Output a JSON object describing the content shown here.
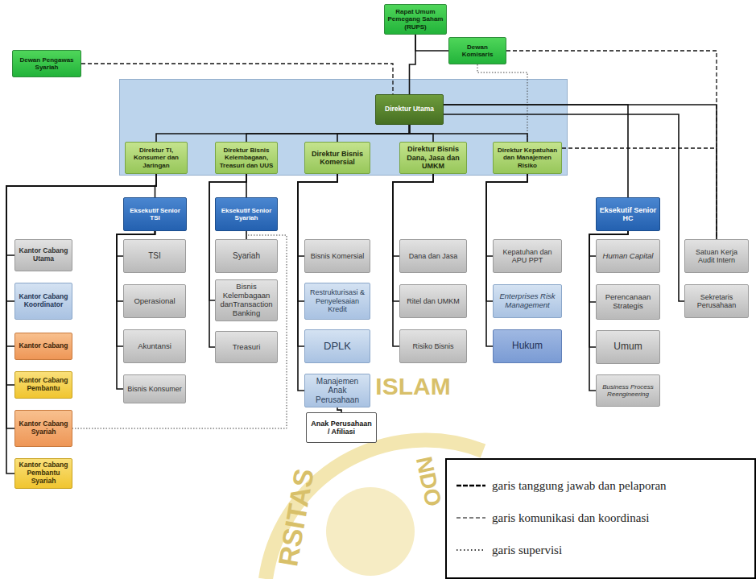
{
  "diagram": {
    "nodes": [
      {
        "text": [
          "Rapat Umum Pemegang Saham (RUPS)"
        ]
      },
      {
        "text": [
          "Dewan Komisaris"
        ]
      },
      {
        "text": [
          "Dewan Pengawas Syariah"
        ]
      },
      {
        "text": [
          "Direktur Utama"
        ]
      },
      {
        "text": [
          "Direktur TI, Konsumer dan Jaringan"
        ]
      },
      {
        "text": [
          "Direktur Bisnis Kelembagaan, Treasuri dan UUS"
        ]
      },
      {
        "text": [
          "Direktur Bisnis Komersial"
        ]
      },
      {
        "text": [
          "Direktur Bisnis Dana, Jasa dan UMKM"
        ]
      },
      {
        "text": [
          "Direktur Kepatuhan dan Manajemen Risiko"
        ]
      },
      {
        "text": [
          "Eksekutif Senior TSI"
        ]
      },
      {
        "text": [
          "Eksekutif Senior Syariah"
        ]
      },
      {
        "text": [
          "Eksekutif Senior HC"
        ]
      },
      {
        "text": [
          "Kantor Cabang Utama"
        ]
      },
      {
        "text": [
          "Kantor Cabang Koordinator"
        ]
      },
      {
        "text": [
          "Kantor Cabang"
        ]
      },
      {
        "text": [
          "Kantor Cabang Pembantu"
        ]
      },
      {
        "text": [
          "Kantor Cabang Syariah"
        ]
      },
      {
        "text": [
          "Kantor Cabang Pembantu Syariah"
        ]
      },
      {
        "text": [
          "TSI"
        ]
      },
      {
        "text": [
          "Operasional"
        ]
      },
      {
        "text": [
          "Akuntansi"
        ]
      },
      {
        "text": [
          "Bisnis Konsumer"
        ]
      },
      {
        "text": [
          "Syariah"
        ]
      },
      {
        "text": [
          "Bisnis Kelembagaan danTransaction Banking"
        ]
      },
      {
        "text": [
          "Treasuri"
        ]
      },
      {
        "text": [
          "Bisnis Komersial"
        ]
      },
      {
        "text": [
          "Restrukturisasi & Penyelesaian Kredit"
        ]
      },
      {
        "text": [
          "DPLK"
        ]
      },
      {
        "text": [
          "Manajemen Anak Perusahaan"
        ]
      },
      {
        "text": [
          "Anak Perusahaan / Afiliasi"
        ]
      },
      {
        "text": [
          "Dana dan Jasa"
        ]
      },
      {
        "text": [
          "Ritel dan UMKM"
        ]
      },
      {
        "text": [
          "Risiko Bisnis"
        ]
      },
      {
        "text": [
          "Kepatuhan dan APU PPT"
        ]
      },
      {
        "text": [
          "Enterprises Risk Management"
        ]
      },
      {
        "text": [
          "Hukum"
        ]
      },
      {
        "text": [
          "Human Capital"
        ]
      },
      {
        "text": [
          "Perencanaan Strategis"
        ]
      },
      {
        "text": [
          "Umum"
        ]
      },
      {
        "text": [
          "Business Process Reengineering"
        ]
      },
      {
        "text": [
          "Satuan Kerja Audit Intern"
        ]
      },
      {
        "text": [
          "Sekretaris Perusahaan"
        ]
      }
    ],
    "edges": [
      {
        "from": 0,
        "to": 3,
        "arrow": "none"
      },
      {
        "from": 0,
        "to": 1,
        "arrow": "none"
      },
      {
        "from": 1,
        "to": 40,
        "arrow": "none"
      },
      {
        "from": 1,
        "to": 8,
        "arrow": "none"
      },
      {
        "from": 2,
        "to": 3,
        "arrow": "none"
      },
      {
        "from": 3,
        "to": 4,
        "arrow": "none"
      },
      {
        "from": 3,
        "to": 5,
        "arrow": "none"
      },
      {
        "from": 3,
        "to": 6,
        "arrow": "none"
      },
      {
        "from": 3,
        "to": 7,
        "arrow": "none"
      },
      {
        "from": 3,
        "to": 8,
        "arrow": "none"
      },
      {
        "from": 3,
        "to": 11,
        "arrow": "none"
      },
      {
        "from": 3,
        "to": 40,
        "arrow": "none"
      },
      {
        "from": 3,
        "to": 41,
        "arrow": "none"
      },
      {
        "from": 4,
        "to": 9,
        "arrow": "none"
      },
      {
        "from": 4,
        "to": 12,
        "arrow": "none"
      },
      {
        "from": 4,
        "to": 13,
        "arrow": "none"
      },
      {
        "from": 4,
        "to": 14,
        "arrow": "none"
      },
      {
        "from": 4,
        "to": 15,
        "arrow": "none"
      },
      {
        "from": 4,
        "to": 16,
        "arrow": "none"
      },
      {
        "from": 4,
        "to": 17,
        "arrow": "none"
      },
      {
        "from": 9,
        "to": 18,
        "arrow": "none"
      },
      {
        "from": 9,
        "to": 19,
        "arrow": "none"
      },
      {
        "from": 9,
        "to": 20,
        "arrow": "none"
      },
      {
        "from": 9,
        "to": 21,
        "arrow": "none"
      },
      {
        "from": 5,
        "to": 10,
        "arrow": "none"
      },
      {
        "from": 5,
        "to": 23,
        "arrow": "none"
      },
      {
        "from": 5,
        "to": 24,
        "arrow": "none"
      },
      {
        "from": 10,
        "to": 22,
        "arrow": "none"
      },
      {
        "from": 10,
        "to": 16,
        "arrow": "none"
      },
      {
        "from": 6,
        "to": 25,
        "arrow": "none"
      },
      {
        "from": 6,
        "to": 26,
        "arrow": "none"
      },
      {
        "from": 6,
        "to": 27,
        "arrow": "none"
      },
      {
        "from": 6,
        "to": 28,
        "arrow": "none"
      },
      {
        "from": 28,
        "to": 29,
        "arrow": "none"
      },
      {
        "from": 7,
        "to": 30,
        "arrow": "none"
      },
      {
        "from": 7,
        "to": 31,
        "arrow": "none"
      },
      {
        "from": 7,
        "to": 32,
        "arrow": "none"
      },
      {
        "from": 8,
        "to": 33,
        "arrow": "none"
      },
      {
        "from": 8,
        "to": 34,
        "arrow": "none"
      },
      {
        "from": 8,
        "to": 35,
        "arrow": "none"
      },
      {
        "from": 11,
        "to": 36,
        "arrow": "none"
      },
      {
        "from": 11,
        "to": 37,
        "arrow": "none"
      },
      {
        "from": 11,
        "to": 38,
        "arrow": "none"
      },
      {
        "from": 11,
        "to": 39,
        "arrow": "none"
      },
      {
        "from": 8,
        "to": 40,
        "arrow": "none"
      }
    ],
    "labels": [
      "ISLAM",
      "RSITAS",
      "NDO"
    ],
    "legend": [
      {
        "text": "garis tanggung jawab dan pelaporan"
      },
      {
        "text": "garis komunikasi dan koordinasi"
      },
      {
        "text": "garis supervisi"
      }
    ]
  }
}
